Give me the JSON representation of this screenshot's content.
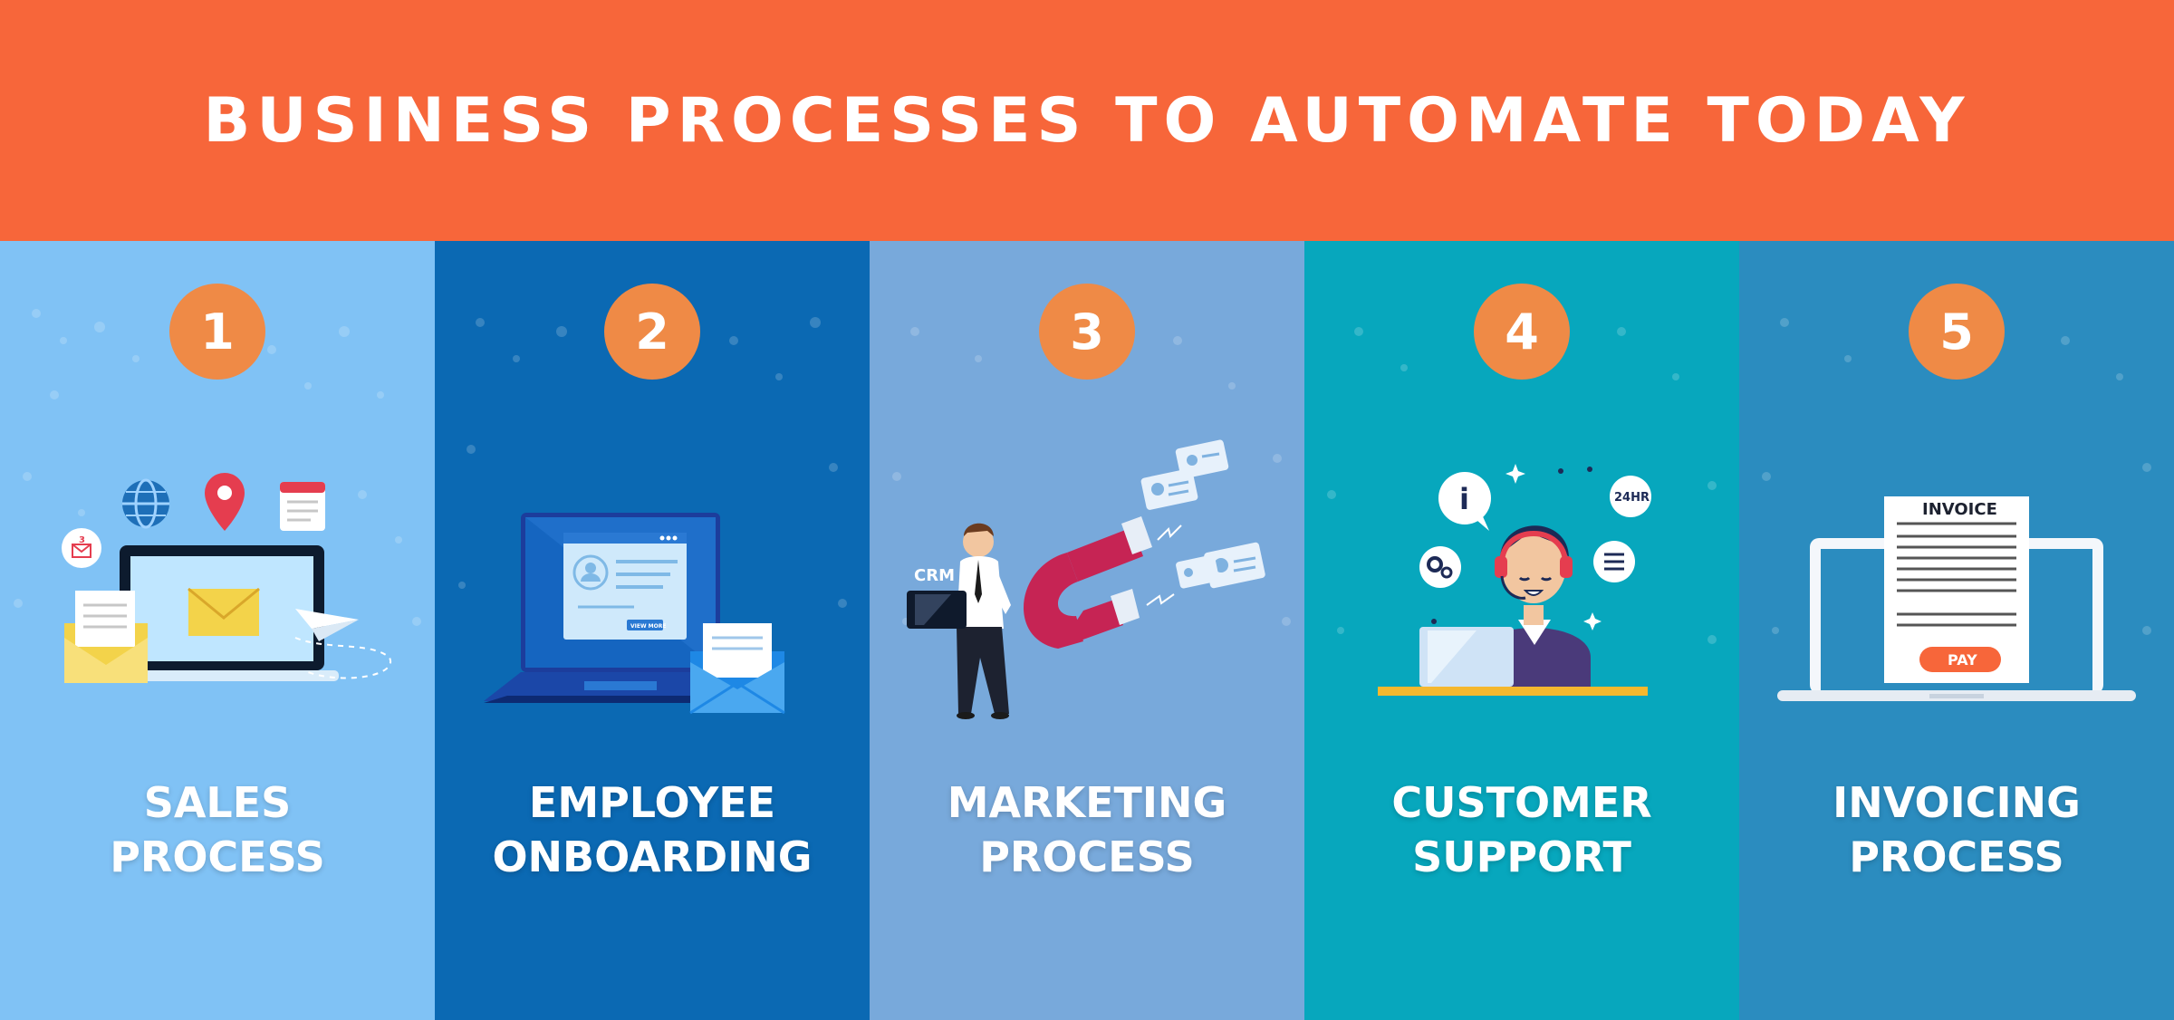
{
  "header": {
    "title": "BUSINESS PROCESSES TO AUTOMATE TODAY"
  },
  "colors": {
    "header_bg": "#f7663a",
    "badge": "#ef8a46",
    "column_1": "#80c2f5",
    "column_2": "#0b69b3",
    "column_3": "#78a9db",
    "column_4": "#07a7bd",
    "column_5": "#2b8cbf"
  },
  "processes": [
    {
      "number": "1",
      "line1": "SALES",
      "line2": "PROCESS",
      "illustration": "laptop-email-icon",
      "badge_text": "3"
    },
    {
      "number": "2",
      "line1": "EMPLOYEE",
      "line2": "ONBOARDING",
      "illustration": "laptop-profile-icon",
      "button_text": "VIEW MORE"
    },
    {
      "number": "3",
      "line1": "MARKETING",
      "line2": "PROCESS",
      "illustration": "crm-magnet-icon",
      "crm_text": "CRM"
    },
    {
      "number": "4",
      "line1": "CUSTOMER",
      "line2": "SUPPORT",
      "illustration": "support-agent-icon",
      "info_text": "i",
      "hours_text": "24HR"
    },
    {
      "number": "5",
      "line1": "INVOICING",
      "line2": "PROCESS",
      "illustration": "invoice-laptop-icon",
      "invoice_title": "INVOICE",
      "pay_text": "PAY"
    }
  ]
}
